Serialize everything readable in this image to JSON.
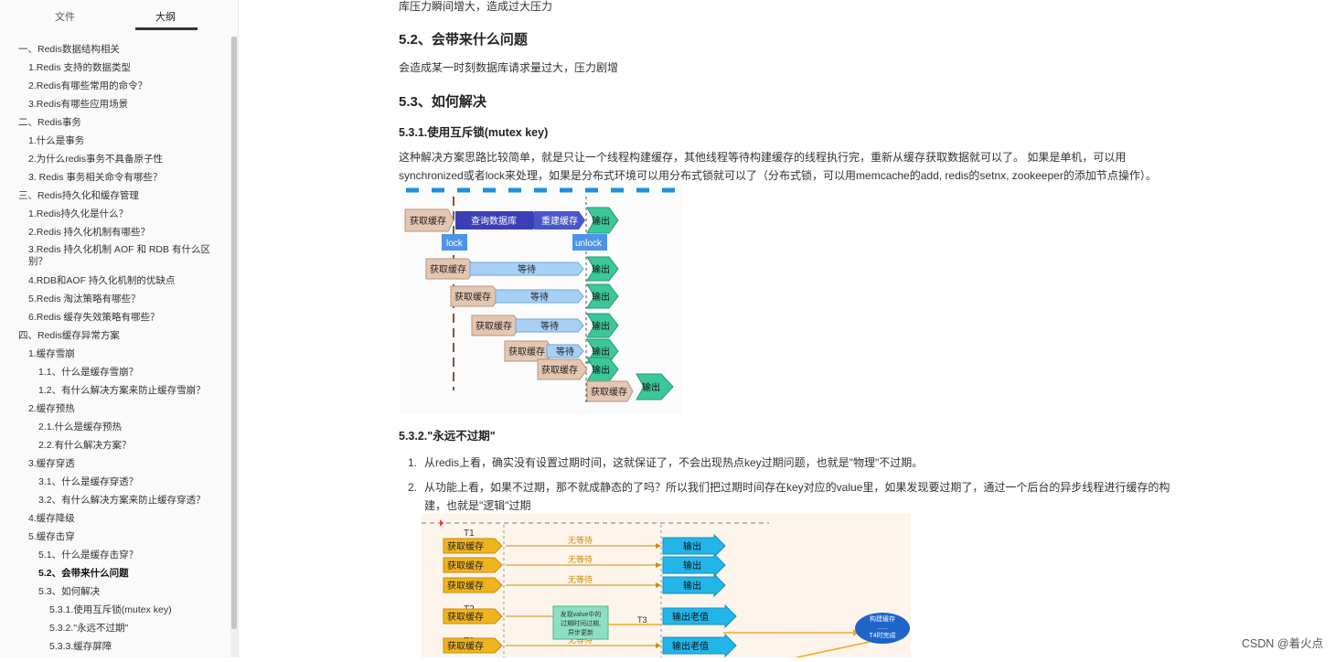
{
  "sidebar": {
    "tabs": {
      "file": "文件",
      "outline": "大纲"
    },
    "items": [
      {
        "text": "一、Redis数据结构相关",
        "level": 1
      },
      {
        "text": "1.Redis 支持的数据类型",
        "level": 2
      },
      {
        "text": "2.Redis有哪些常用的命令？",
        "level": 2
      },
      {
        "text": "3.Redis有哪些应用场景",
        "level": 2
      },
      {
        "text": "二、Redis事务",
        "level": 1
      },
      {
        "text": "1.什么是事务",
        "level": 2
      },
      {
        "text": "2.为什么redis事务不具备原子性",
        "level": 2
      },
      {
        "text": "3. Redis 事务相关命令有哪些？",
        "level": 2
      },
      {
        "text": "三、Redis持久化和缓存管理",
        "level": 1
      },
      {
        "text": "1.Redis持久化是什么？",
        "level": 2
      },
      {
        "text": "2.Redis 持久化机制有哪些？",
        "level": 2
      },
      {
        "text": "3.Redis 持久化机制 AOF 和 RDB 有什么区别？",
        "level": 2,
        "wrap": true
      },
      {
        "text": "4.RDB和AOF 持久化机制的优缺点",
        "level": 2
      },
      {
        "text": "5.Redis 淘汰策略有哪些？",
        "level": 2
      },
      {
        "text": "6.Redis 缓存失效策略有哪些？",
        "level": 2
      },
      {
        "text": "四、Redis缓存异常方案",
        "level": 1
      },
      {
        "text": "1.缓存雪崩",
        "level": 2
      },
      {
        "text": "1.1、什么是缓存雪崩？",
        "level": 3
      },
      {
        "text": "1.2、有什么解决方案来防止缓存雪崩？",
        "level": 3
      },
      {
        "text": "2.缓存预热",
        "level": 2
      },
      {
        "text": "2.1.什么是缓存预热",
        "level": 3
      },
      {
        "text": "2.2.有什么解决方案？",
        "level": 3
      },
      {
        "text": "3.缓存穿透",
        "level": 2
      },
      {
        "text": "3.1、什么是缓存穿透？",
        "level": 3
      },
      {
        "text": "3.2、有什么解决方案来防止缓存穿透？",
        "level": 3
      },
      {
        "text": "4.缓存降级",
        "level": 2
      },
      {
        "text": "5.缓存击穿",
        "level": 2
      },
      {
        "text": "5.1、什么是缓存击穿？",
        "level": 3
      },
      {
        "text": "5.2、会带来什么问题",
        "level": 3,
        "active": true
      },
      {
        "text": "5.3、如何解决",
        "level": 3
      },
      {
        "text": "5.3.1.使用互斥锁(mutex key)",
        "level": 4
      },
      {
        "text": "5.3.2.\"永远不过期\"",
        "level": 4
      },
      {
        "text": "5.3.3.缓存屏障",
        "level": 4
      }
    ]
  },
  "article": {
    "top_line": "库压力瞬间增大，造成过大压力",
    "h_52": "5.2、会带来什么问题",
    "p_52": "会造成某一时刻数据库请求量过大，压力剧增",
    "h_53": "5.3、如何解决",
    "h_531": "5.3.1.使用互斥锁(mutex key)",
    "p_531_line1": "这种解决方案思路比较简单，就是只让一个线程构建缓存，其他线程等待构建缓存的线程执行完，重新从缓存获取数据就可以了。 如果是单机，可以用",
    "p_531_line2": "synchronized或者lock来处理，如果是分布式环境可以用分布式锁就可以了（分布式锁，可以用memcache的add, redis的setnx, zookeeper的添加节点操作）。",
    "h_532": "5.3.2.\"永远不过期\"",
    "list": [
      {
        "num": "1.",
        "lines": [
          "从redis上看，确实没有设置过期时间，这就保证了，不会出现热点key过期问题，也就是\"物理\"不过期。"
        ]
      },
      {
        "num": "2.",
        "lines": [
          "从功能上看，如果不过期，那不就成静态的了吗？所以我们把过期时间存在key对应的value里，如果发现要过期了，通过一个后台的异步线程进行缓存的构",
          "建，也就是\"逻辑\"过期"
        ]
      }
    ]
  },
  "diagram_mutex": {
    "get_cache": "获取缓存",
    "query_db": "查询数据库",
    "rebuild": "重建缓存",
    "output": "输出",
    "lock": "lock",
    "unlock": "unlock",
    "wait": "等待"
  },
  "diagram_never_expire": {
    "t1": "T1",
    "t2": "T2",
    "t3_label": "T3",
    "t3_side": "T3",
    "get_cache": "获取缓存",
    "no_wait": "无等待",
    "output": "输出",
    "output_old": "输出老值",
    "note_line1": "发现value中的",
    "note_line2": "过期时间过期,",
    "note_line3": "异步更新",
    "build_line1": "构建缓存",
    "build_line2": "......",
    "build_line3": "T4时完成"
  },
  "watermark": "CSDN @着火点",
  "colors": {
    "accent": "#333333",
    "db_arrow": "#3b3fb5",
    "wait_arrow": "#a8d0f4",
    "output_green": "#3cc79a",
    "get_tan": "#e4c7b1",
    "blue_out": "#23b5e8",
    "tag_blue": "#4d94e8",
    "orange_arrow": "#f5a623"
  }
}
